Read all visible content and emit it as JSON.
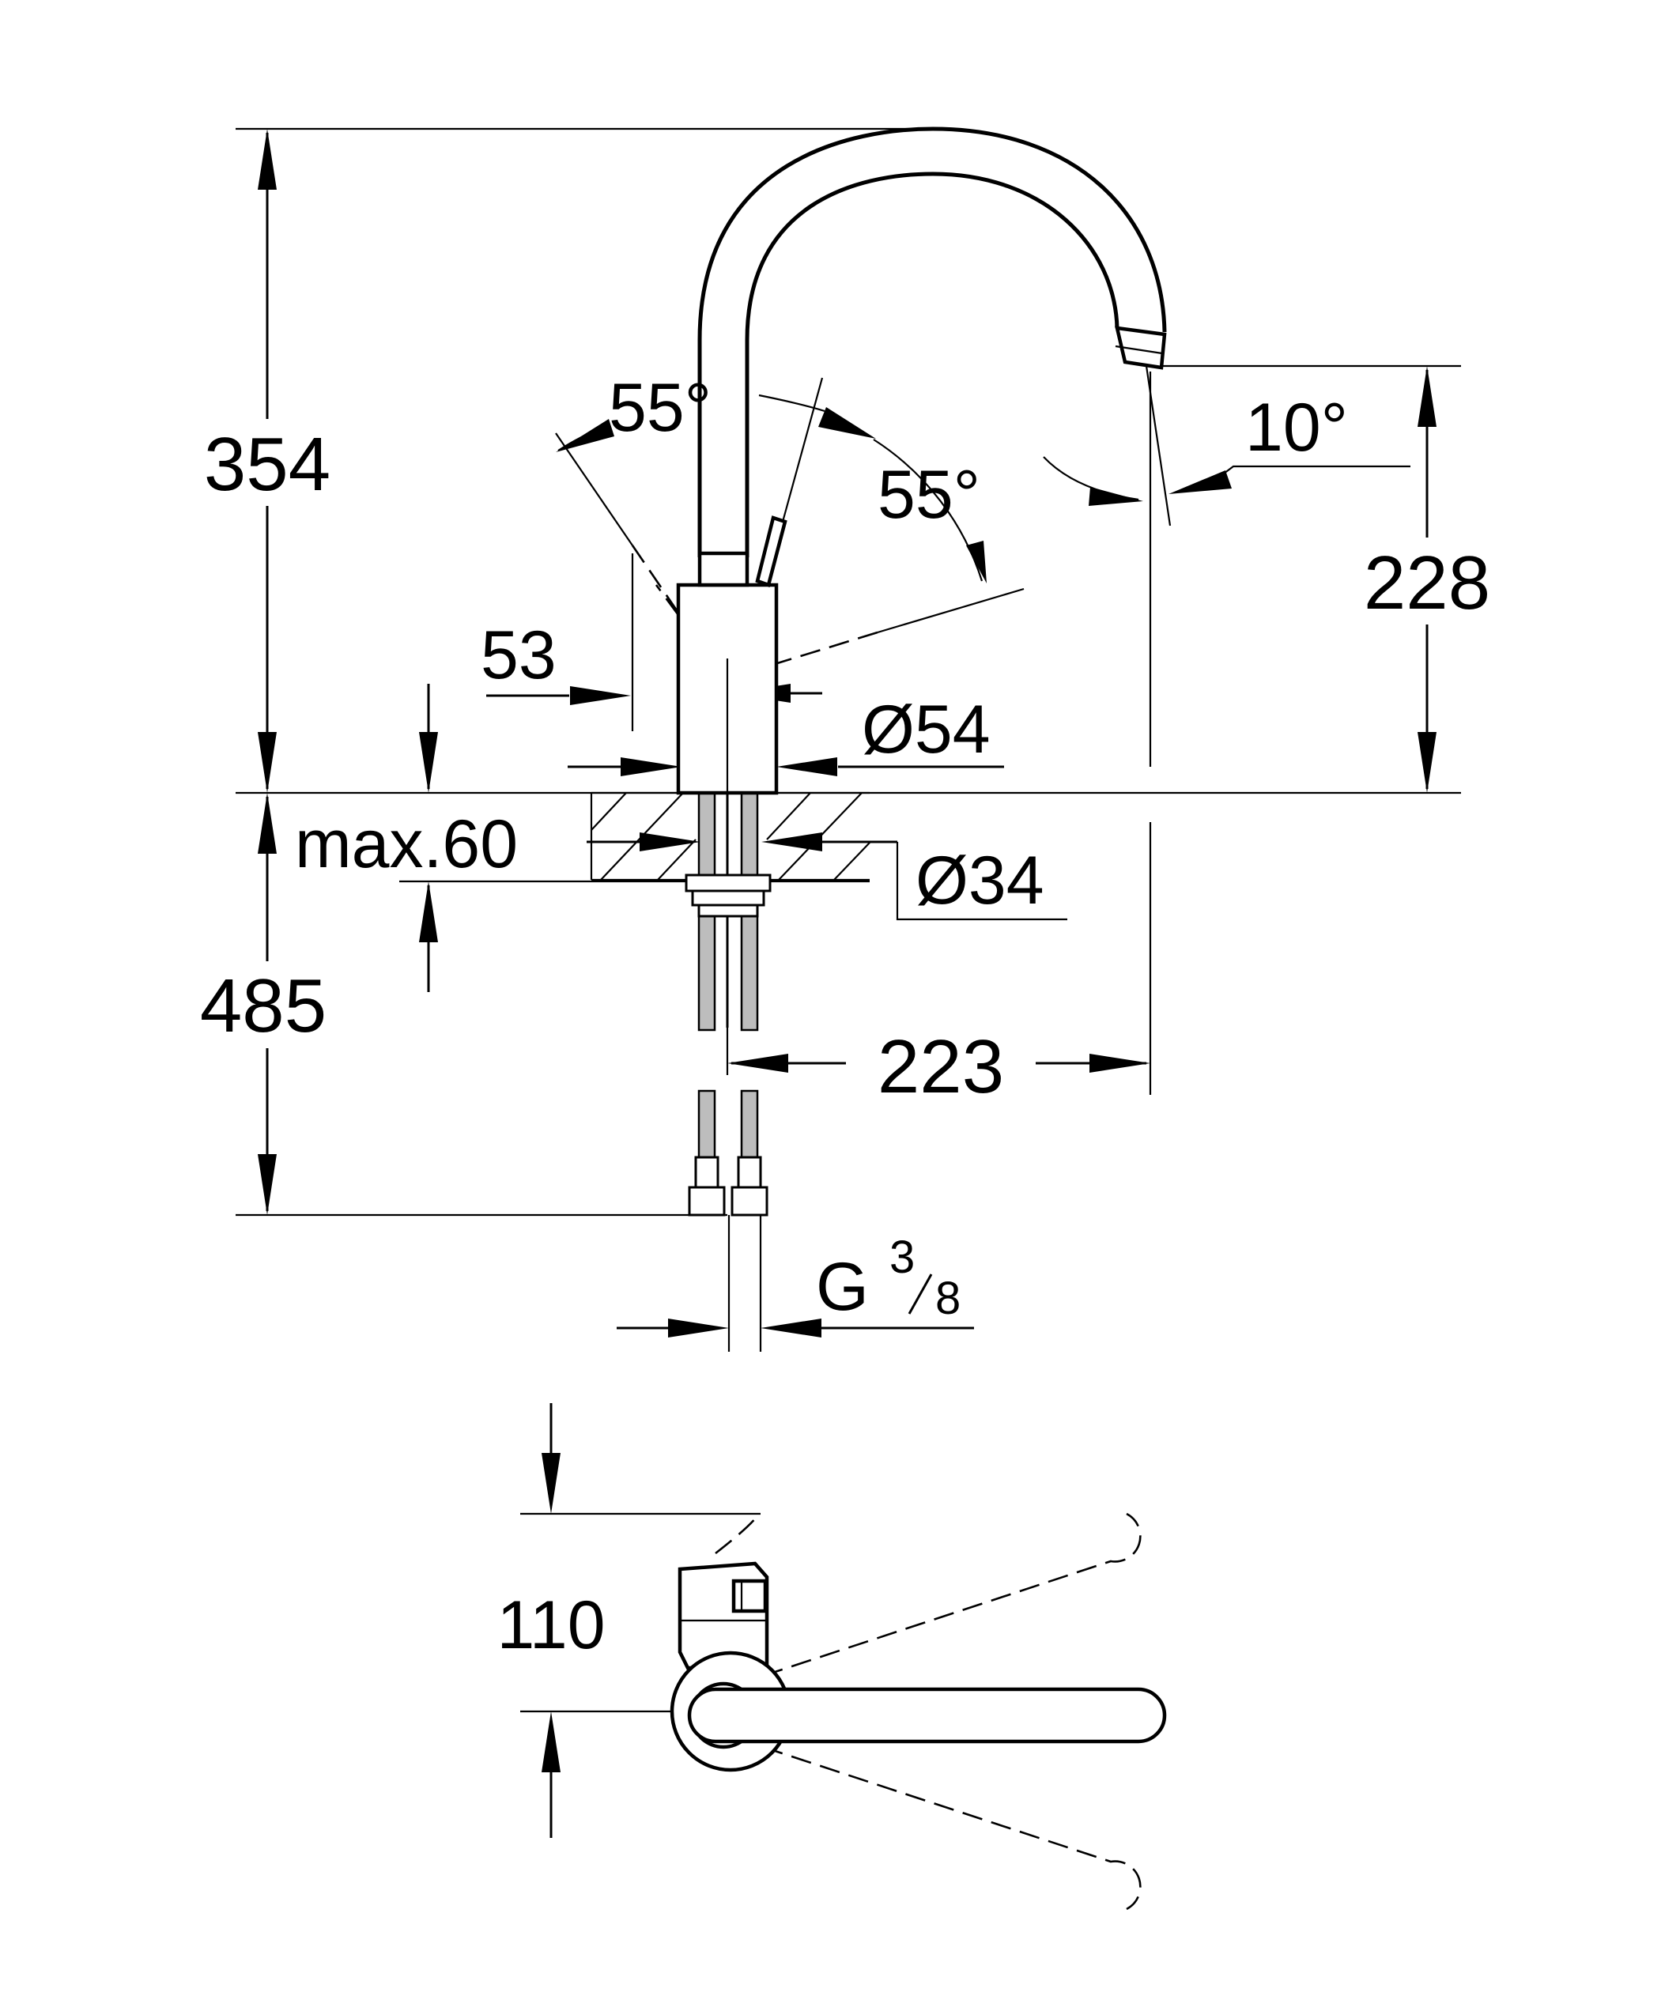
{
  "dimensions": {
    "overall_height": "354",
    "spout_height": "228",
    "below_counter": "485",
    "counter_max": "max.60",
    "lever_offset": "53",
    "body_diameter": "Ø54",
    "shank_diameter": "Ø34",
    "spout_reach": "223",
    "lever_angle_left": "55°",
    "lever_angle_right": "55°",
    "spout_tilt": "10°",
    "connection_thread": "G",
    "connection_fraction_num": "3",
    "connection_fraction_den": "8",
    "top_view_depth": "110"
  }
}
